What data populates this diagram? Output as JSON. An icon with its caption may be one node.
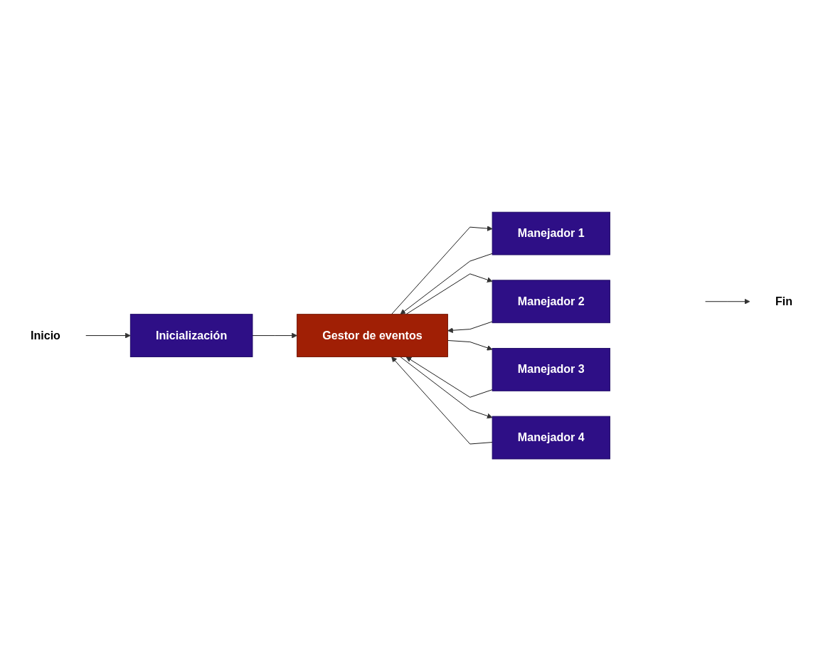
{
  "diagram": {
    "nodes": [
      {
        "text": [
          "Inicio"
        ]
      },
      {
        "text": [
          "Inicialización"
        ]
      },
      {
        "text": [
          "Gestor de eventos"
        ]
      },
      {
        "text": [
          "Manejador 1"
        ]
      },
      {
        "text": [
          "Manejador 2"
        ]
      },
      {
        "text": [
          "Manejador 3"
        ]
      },
      {
        "text": [
          "Manejador 4"
        ]
      },
      {
        "text": [
          "Fin"
        ]
      }
    ],
    "edges": [
      {
        "from": 0,
        "to": 1,
        "arrow": "to"
      },
      {
        "from": 1,
        "to": 2,
        "arrow": "to"
      },
      {
        "from": 2,
        "to": 3,
        "arrow": "to"
      },
      {
        "from": 2,
        "to": 4,
        "arrow": "to"
      },
      {
        "from": 2,
        "to": 5,
        "arrow": "to"
      },
      {
        "from": 2,
        "to": 6,
        "arrow": "to"
      },
      {
        "from": 3,
        "to": 2,
        "arrow": "to"
      },
      {
        "from": 4,
        "to": 2,
        "arrow": "to"
      },
      {
        "from": 5,
        "to": 2,
        "arrow": "to"
      },
      {
        "from": 6,
        "to": 2,
        "arrow": "to"
      },
      {
        "from": null,
        "to": 7,
        "arrow": "to"
      }
    ]
  }
}
